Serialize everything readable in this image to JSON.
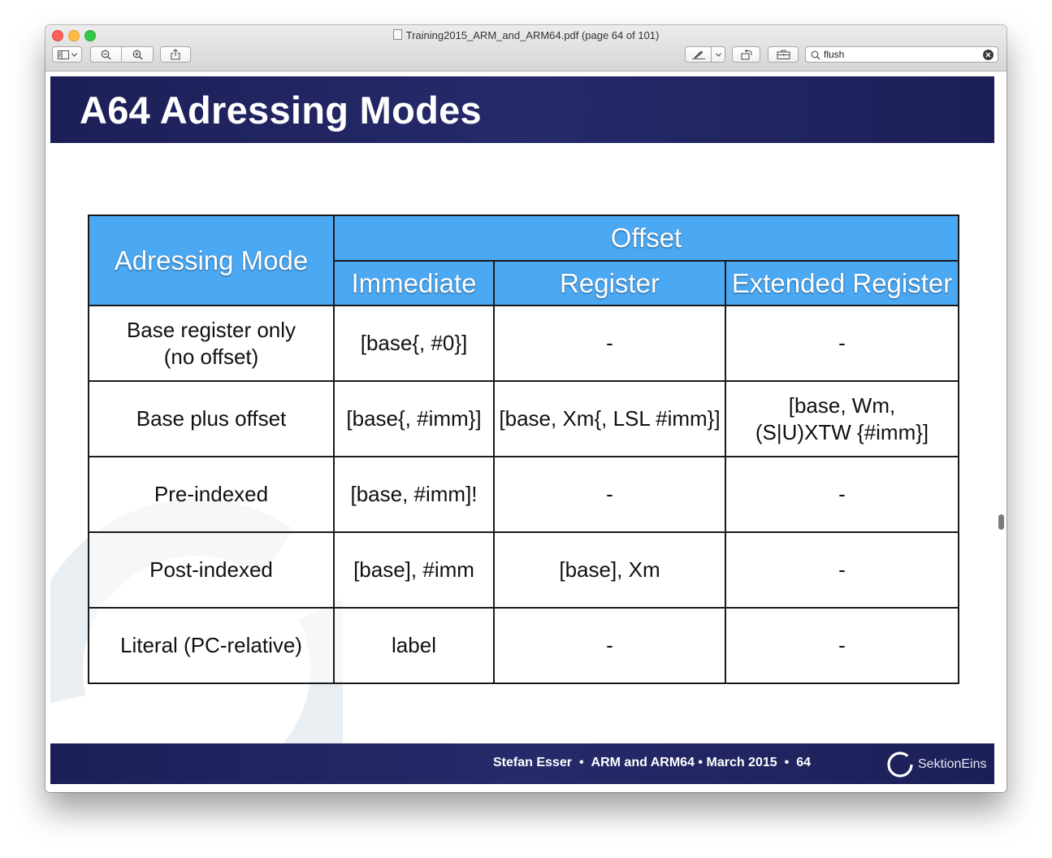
{
  "window": {
    "title": "Training2015_ARM_and_ARM64.pdf (page 64 of 101)"
  },
  "search": {
    "value": "flush"
  },
  "slide": {
    "title": "A64 Adressing Modes",
    "table": {
      "mode_header": "Adressing Mode",
      "offset_header": "Offset",
      "columns": [
        "Immediate",
        "Register",
        "Extended Register"
      ],
      "rows": [
        {
          "mode": [
            "Base register only",
            "(no offset)"
          ],
          "immediate": "[base{, #0}]",
          "register": "-",
          "extended": "-"
        },
        {
          "mode": [
            "Base plus offset"
          ],
          "immediate": "[base{, #imm}]",
          "register": "[base, Xm{, LSL #imm}]",
          "extended": "[base, Wm, (S|U)XTW {#imm}]"
        },
        {
          "mode": [
            "Pre-indexed"
          ],
          "immediate": "[base, #imm]!",
          "register": "-",
          "extended": "-"
        },
        {
          "mode": [
            "Post-indexed"
          ],
          "immediate": "[base], #imm",
          "register": "[base], Xm",
          "extended": "-"
        },
        {
          "mode": [
            "Literal (PC-relative)"
          ],
          "immediate": "label",
          "register": "-",
          "extended": "-"
        }
      ]
    },
    "footer": {
      "author": "Stefan Esser",
      "talk": "ARM and ARM64",
      "date": "March 2015",
      "bullet": "•",
      "page": "64",
      "logo_text": "SektionEins"
    }
  },
  "colors": {
    "header_band": "#1c1f57",
    "table_header": "#4ba8f3"
  },
  "icons": {
    "sidebar_toggle": "sidebar-icon",
    "zoom_out": "zoom-out-icon",
    "zoom_in": "zoom-in-icon",
    "share": "share-icon",
    "markup": "pen-icon",
    "rotate": "rotate-icon",
    "toolbox": "toolbox-icon",
    "search": "search-icon",
    "clear": "clear-icon"
  }
}
